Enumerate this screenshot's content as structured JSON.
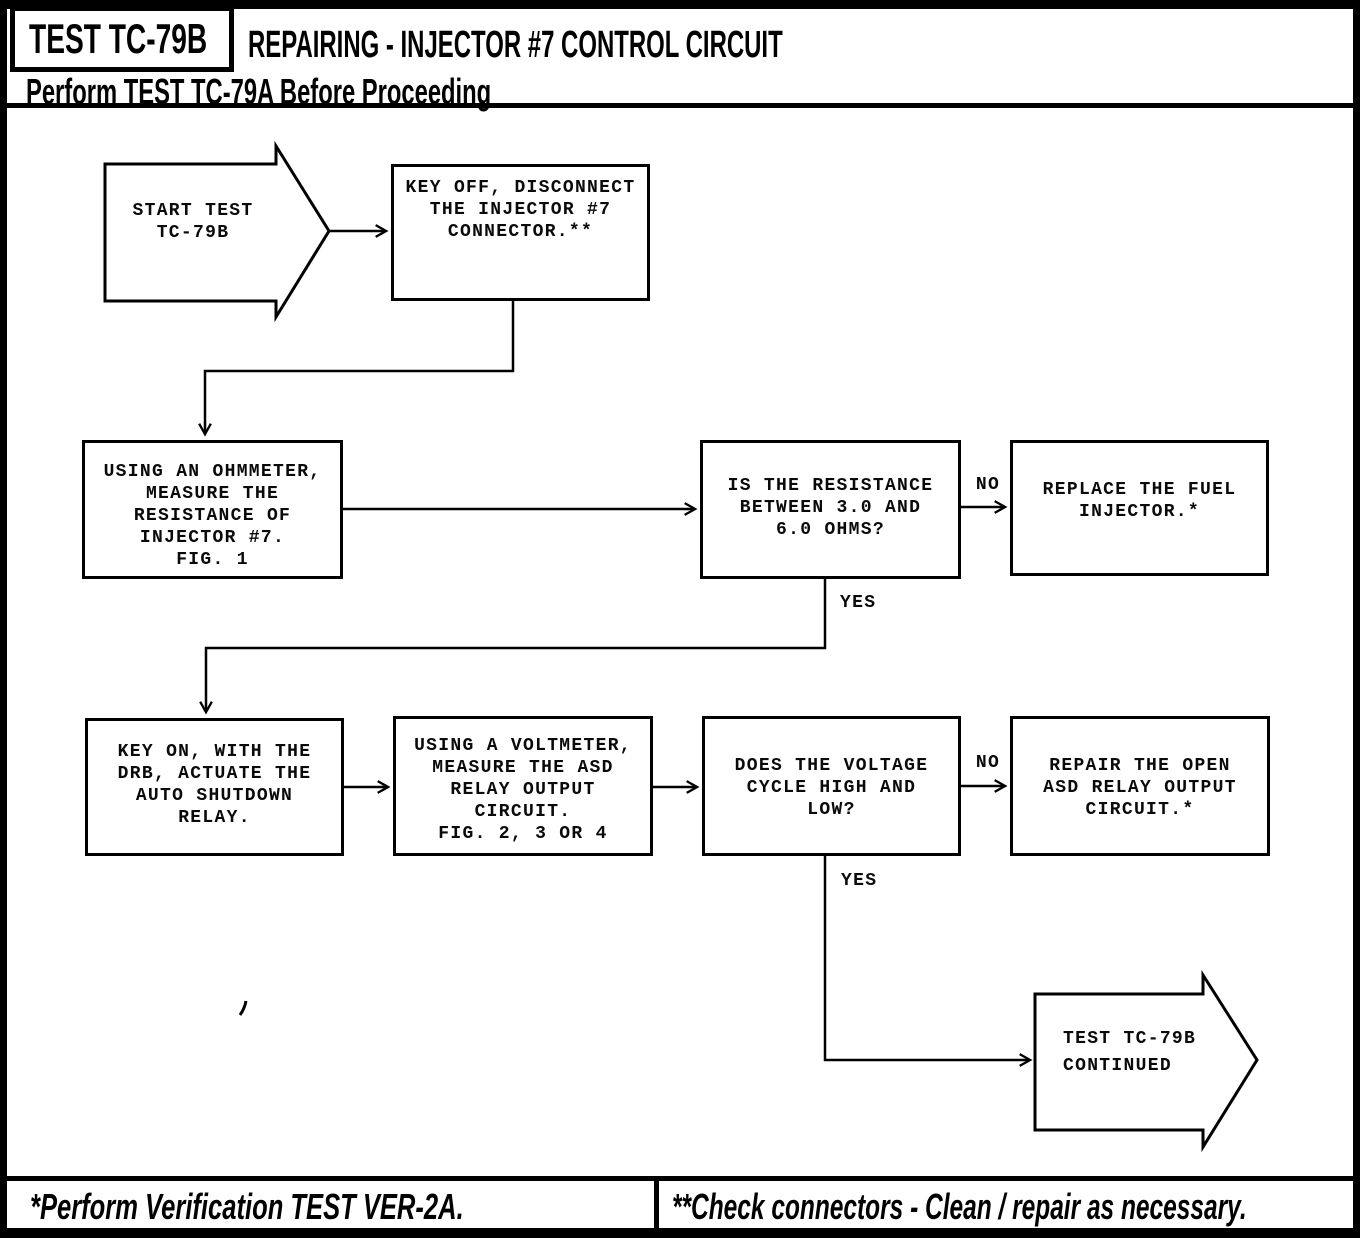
{
  "header": {
    "test_id": "TEST TC-79B",
    "title": "REPAIRING - INJECTOR #7 CONTROL CIRCUIT",
    "subtitle": "Perform TEST TC-79A Before Proceeding"
  },
  "flowchart": {
    "start_arrow": "START TEST\nTC-79B",
    "boxes": {
      "key_off": "KEY OFF, DISCONNECT\nTHE INJECTOR #7\nCONNECTOR.**",
      "ohmmeter": "USING AN OHMMETER,\nMEASURE THE\nRESISTANCE OF\nINJECTOR #7.\nFIG. 1",
      "resistance_question": "IS THE RESISTANCE\nBETWEEN 3.0 AND\n6.0 OHMS?",
      "replace_injector": "REPLACE THE FUEL\nINJECTOR.*",
      "key_on": "KEY ON, WITH THE\nDRB, ACTUATE THE\nAUTO SHUTDOWN\nRELAY.",
      "voltmeter": "USING A VOLTMETER,\nMEASURE THE ASD\nRELAY OUTPUT\nCIRCUIT.\nFIG. 2, 3 OR 4",
      "voltage_question": "DOES THE VOLTAGE\nCYCLE HIGH AND\nLOW?",
      "repair_asd": "REPAIR THE OPEN\nASD RELAY OUTPUT\nCIRCUIT.*"
    },
    "branch_labels": {
      "resistance_no": "NO",
      "resistance_yes": "YES",
      "voltage_no": "NO",
      "voltage_yes": "YES"
    },
    "end_arrow": "TEST TC-79B\nCONTINUED"
  },
  "footer": {
    "note_single_star": "*Perform Verification TEST VER-2A.",
    "note_double_star": "**Check connectors - Clean / repair as necessary."
  },
  "colors": {
    "ink": "#000000",
    "paper": "#ffffff"
  }
}
